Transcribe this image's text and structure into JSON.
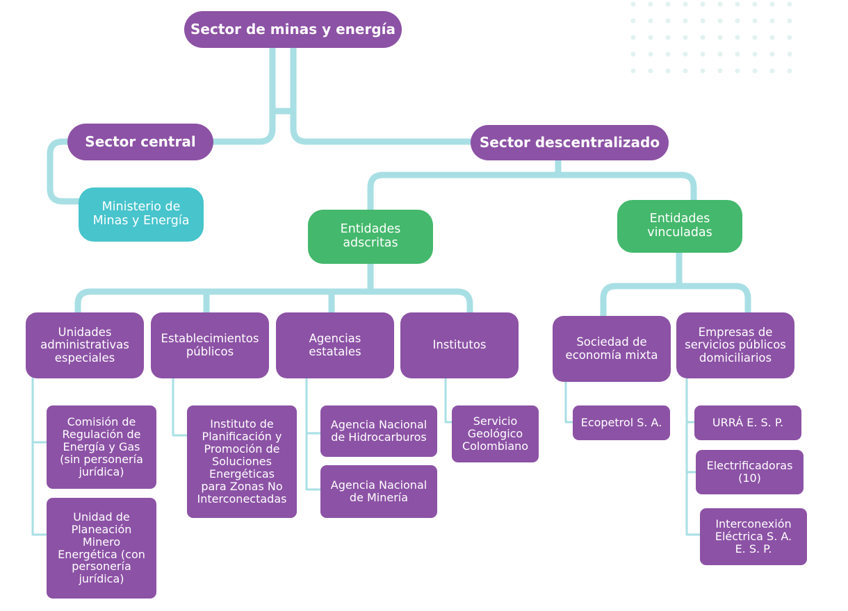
{
  "colors": {
    "purple": "#8c52a5",
    "teal": "#47c4cc",
    "green": "#44b86c",
    "connector": "#a8dfe4",
    "dots": "#e2f2f0"
  },
  "nodes": {
    "root": "Sector de minas y energía",
    "central": "Sector central",
    "ministerio": "Ministerio de\nMinas y Energía",
    "descentralizado": "Sector descentralizado",
    "adscritas": "Entidades\nadscritas",
    "vinculadas": "Entidades\nvinculadas",
    "uae": "Unidades\nadministrativas\nespeciales",
    "establecimientos": "Establecimientos\npúblicos",
    "agencias": "Agencias\nestatales",
    "institutos": "Institutos",
    "sociedad": "Sociedad de\neconomía mixta",
    "empresas": "Empresas de\nservicios públicos\ndomiciliarios",
    "creg": "Comisión de\nRegulación de\nEnergía y Gas\n(sin personería\njurídica)",
    "upme": "Unidad de\nPlaneación\nMinero\nEnergética (con\npersonería\njurídica)",
    "ipse": "Instituto de\nPlanificación y\nPromoción de\nSoluciones\nEnergéticas\npara Zonas No\nInterconectadas",
    "anh": "Agencia Nacional\nde Hidrocarburos",
    "anm": "Agencia Nacional\nde Minería",
    "sgc": "Servicio\nGeológico\nColombiano",
    "ecopetrol": "Ecopetrol S. A.",
    "urra": "URRÁ E. S. P.",
    "electrificadoras": "Electrificadoras\n(10)",
    "isa": "Interconexión\nEléctrica S. A.\nE. S. P."
  }
}
